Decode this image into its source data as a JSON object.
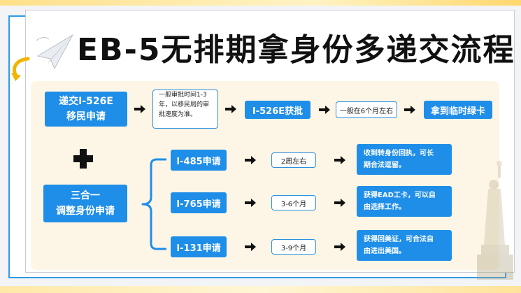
{
  "title": "EB-5无排期拿身份多递交流程",
  "row1": {
    "step1": [
      "递交I-526E",
      "移民申请"
    ],
    "note1": [
      "一般审批时间1-3",
      "年，以移民局的审",
      "批速度为准。"
    ],
    "step2": "I-526E获批",
    "note2": "一般在6个月左右",
    "step3": "拿到临时绿卡"
  },
  "left_box": [
    "三合一",
    "调整身份申请"
  ],
  "branches": [
    {
      "form": "I-485申请",
      "time": "2周左右",
      "result": [
        "收到转身份回执，可长",
        "期合法逗留。"
      ]
    },
    {
      "form": "I-765申请",
      "time": "3-6个月",
      "result": [
        "获得EAD工卡，可以自",
        "由选择工作。"
      ]
    },
    {
      "form": "I-131申请",
      "time": "3-9个月",
      "result": [
        "获得回美证，可合法自",
        "由进出美国。"
      ]
    }
  ],
  "colors": {
    "accent": "#1f8ee8",
    "panel_bg": "#fdf6e6",
    "frame": "#2f9be6"
  },
  "icons": [
    "paper-plane-icon",
    "curved-arrow-icon",
    "plus-icon",
    "arrow-right-icon",
    "statue-of-liberty-icon",
    "brace-icon"
  ]
}
